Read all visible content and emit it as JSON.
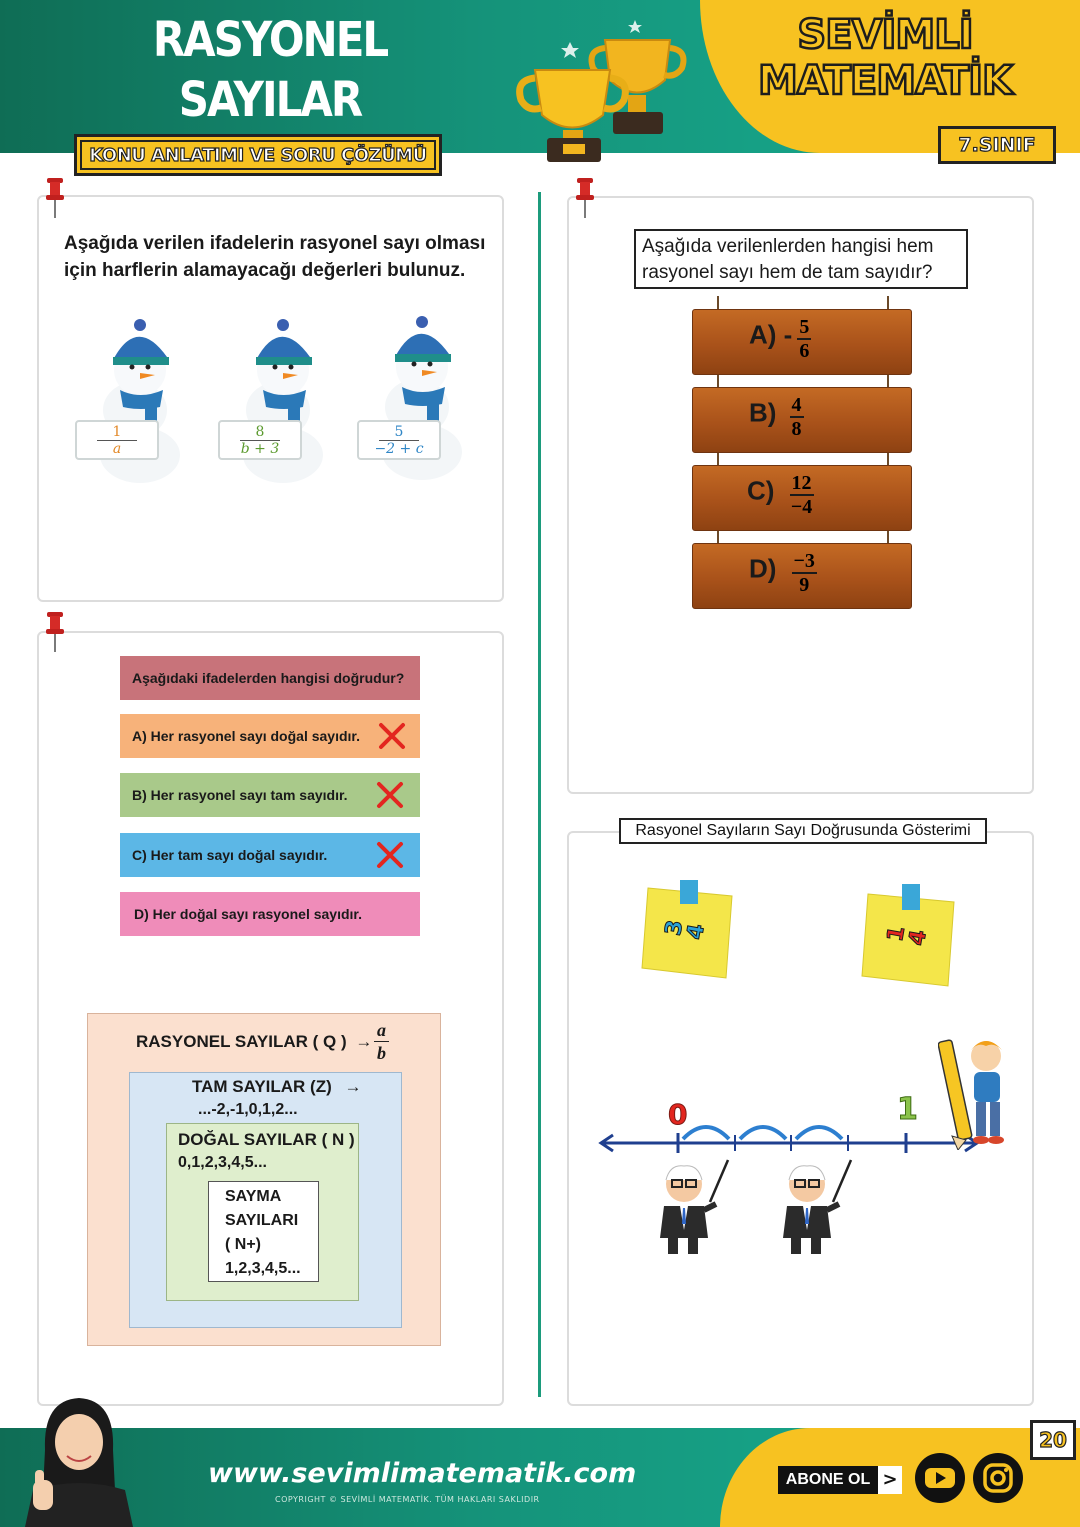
{
  "header": {
    "title_line1": "RASYONEL",
    "title_line2": "SAYILAR",
    "subtitle": "KONU ANLATIMI VE SORU ÇÖZÜMÜ",
    "brand_line1": "SEVİMLİ",
    "brand_line2": "MATEMATİK",
    "grade": "7.SINIF"
  },
  "panel1": {
    "question": "Aşağıda verilen ifadelerin rasyonel sayı olması için harflerin alamayacağı değerleri bulunuz.",
    "cards": [
      {
        "num": "1",
        "den": "a"
      },
      {
        "num": "8",
        "den": "b + 3"
      },
      {
        "num": "5",
        "den": "−2 + c"
      }
    ]
  },
  "panel2": {
    "question": "Aşağıda verilenlerden hangisi hem rasyonel sayı hem de tam sayıdır?",
    "options": [
      {
        "label": "A) -",
        "num": "5",
        "den": "6"
      },
      {
        "label": "B)",
        "num": "4",
        "den": "8"
      },
      {
        "label": "C)",
        "num": "12",
        "den": "−4"
      },
      {
        "label": "D)",
        "num": "−3",
        "den": "9"
      }
    ]
  },
  "panel3": {
    "question": "Aşağıdaki ifadelerden hangisi doğrudur?",
    "options": [
      {
        "text": "A) Her rasyonel sayı doğal sayıdır.",
        "color": "#f7b27a",
        "crossed": true
      },
      {
        "text": "B) Her rasyonel sayı tam sayıdır.",
        "color": "#a9c98a",
        "crossed": true
      },
      {
        "text": "C) Her tam sayı doğal sayıdır.",
        "color": "#5cb7e6",
        "crossed": true
      },
      {
        "text": "D) Her doğal sayı rasyonel sayıdır.",
        "color": "#ef8cb9",
        "crossed": false
      }
    ],
    "sets": {
      "q_label": "RASYONEL SAYILAR ( Q )",
      "q_arrow": "→",
      "q_num": "a",
      "q_den": "b",
      "z_label": "TAM SAYILAR (Z)",
      "z_arrow": "→",
      "z_values": "...-2,-1,0,1,2...",
      "n_label": "DOĞAL SAYILAR ( N )",
      "n_values": "0,1,2,3,4,5...",
      "np_line1": "SAYMA",
      "np_line2": "SAYILARI",
      "np_line3": "( N+)",
      "np_values": "1,2,3,4,5..."
    }
  },
  "panel4": {
    "title": "Rasyonel Sayıların Sayı Doğrusunda Gösterimi",
    "note1": {
      "num": "3",
      "den": "4"
    },
    "note2": {
      "num": "1",
      "den": "4"
    },
    "label_zero": "0",
    "label_one": "1"
  },
  "footer": {
    "website": "www.sevimlimatematik.com",
    "copyright": "COPYRIGHT © SEVİMLİ MATEMATİK. TÜM HAKLARI SAKLIDIR",
    "subscribe": "ABONE OL",
    "subscribe_arrow": ">",
    "page": "20"
  },
  "colors": {
    "green": "#15937a",
    "yellow": "#f7c221",
    "divider": "#1c9b7c"
  }
}
